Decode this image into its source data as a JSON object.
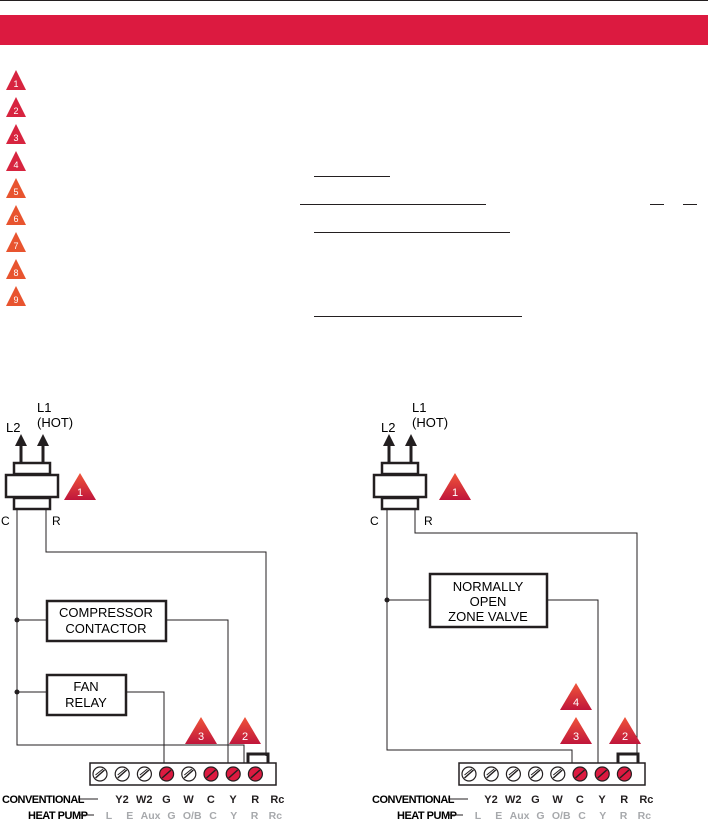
{
  "notes": [
    "1",
    "2",
    "3",
    "4",
    "5",
    "6",
    "7",
    "8",
    "9"
  ],
  "left": {
    "l1": "L1",
    "hot": "(HOT)",
    "l2": "L2",
    "c": "C",
    "r": "R",
    "box1": [
      "COMPRESSOR",
      "CONTACTOR"
    ],
    "box2": [
      "FAN",
      "RELAY"
    ],
    "markers": [
      "1",
      "3",
      "2"
    ],
    "terms": [
      "Y2",
      "W2",
      "G",
      "W",
      "C",
      "Y",
      "R",
      "Rc"
    ],
    "hp": [
      "L",
      "E",
      "Aux",
      "G",
      "O/B",
      "C",
      "Y",
      "R",
      "Rc"
    ],
    "conventional": "CONVENTIONAL",
    "heatpump": "HEAT PUMP"
  },
  "right": {
    "l1": "L1",
    "hot": "(HOT)",
    "l2": "L2",
    "c": "C",
    "r": "R",
    "box1": [
      "NORMALLY",
      "OPEN",
      "ZONE VALVE"
    ],
    "markers": [
      "1",
      "4",
      "3",
      "2"
    ],
    "terms": [
      "Y2",
      "W2",
      "G",
      "W",
      "C",
      "Y",
      "R",
      "Rc"
    ],
    "hp": [
      "L",
      "E",
      "Aux",
      "G",
      "O/B",
      "C",
      "Y",
      "R",
      "Rc"
    ],
    "conventional": "CONVENTIONAL",
    "heatpump": "HEAT PUMP"
  },
  "colors": {
    "red": "#dc1a40",
    "triangle_start": "#f4663a",
    "triangle_end": "#c0163b",
    "ink": "#231f20",
    "gray": "#a7a9ac"
  }
}
